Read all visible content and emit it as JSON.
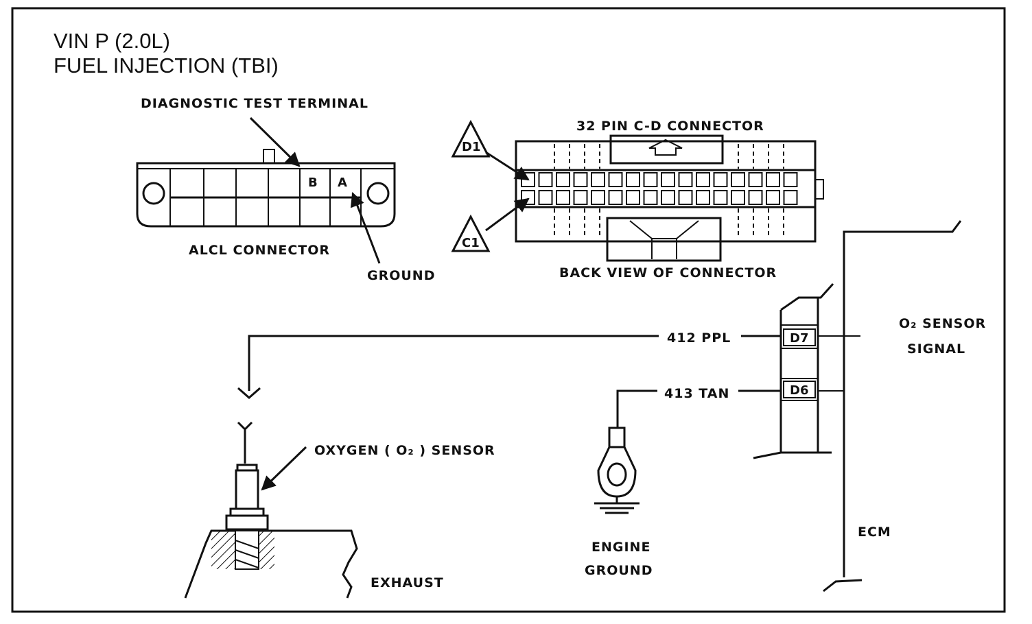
{
  "title": {
    "line1": "VIN P (2.0L)",
    "line2": "FUEL INJECTION (TBI)"
  },
  "alcl": {
    "terminal_label": "DIAGNOSTIC TEST TERMINAL",
    "connector_label": "ALCL CONNECTOR",
    "ground_label": "GROUND",
    "pin_b": "B",
    "pin_a": "A"
  },
  "cd_connector": {
    "title": "32 PIN C-D CONNECTOR",
    "back_view_label": "BACK VIEW OF CONNECTOR",
    "marker_d1": "D1",
    "marker_c1": "C1"
  },
  "wires": {
    "ppl": "412 PPL",
    "tan": "413 TAN"
  },
  "ecm": {
    "pin_d7": "D7",
    "pin_d6": "D6",
    "signal_line1": "O₂ SENSOR",
    "signal_line2": "SIGNAL",
    "label": "ECM"
  },
  "sensor": {
    "label": "OXYGEN ( O₂ ) SENSOR",
    "exhaust_label": "EXHAUST"
  },
  "engine_ground": {
    "line1": "ENGINE",
    "line2": "GROUND"
  }
}
